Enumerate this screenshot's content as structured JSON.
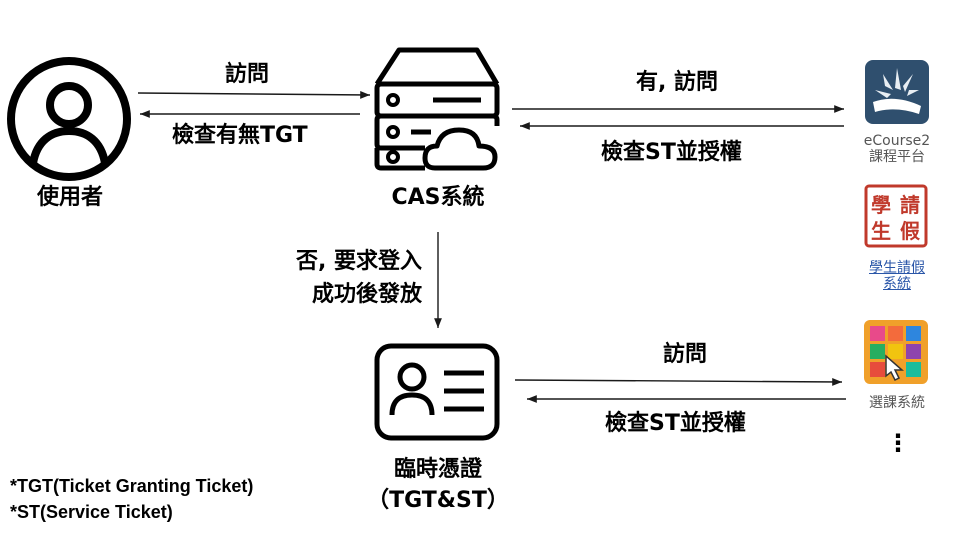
{
  "nodes": {
    "user": "使用者",
    "cas": "CAS系統",
    "credential_line1": "臨時憑證",
    "credential_line2": "（TGT&ST）"
  },
  "edges": {
    "user_to_cas": "訪問",
    "cas_to_user": "檢查有無TGT",
    "cas_to_ecourse": "有, 訪問",
    "ecourse_to_cas": "檢查ST並授權",
    "cas_to_credential_line1": "否, 要求登入",
    "cas_to_credential_line2": "成功後發放",
    "credential_to_course": "訪問",
    "course_to_credential": "檢查ST並授權"
  },
  "services": {
    "ecourse_line1": "eCourse2",
    "ecourse_line2": "課程平台",
    "leave_logo_chars": [
      "學",
      "請",
      "生",
      "假"
    ],
    "leave_line1": "學生請假",
    "leave_line2": "系統",
    "course_select": "選課系統",
    "more": "⋮"
  },
  "notes": {
    "tgt": "*TGT(Ticket Granting Ticket)",
    "st": "*ST(Service Ticket)"
  },
  "icons": [
    "user-icon",
    "server-cloud-icon",
    "id-card-icon",
    "ecourse-logo-icon",
    "leave-seal-icon",
    "course-select-logo-icon"
  ],
  "colors": {
    "line": "#1a1a1a",
    "ecourse_bg": "#2f4f6e",
    "seal_red": "#c0392b",
    "course_orange": "#f0a02a",
    "link_blue": "#2a56a8"
  }
}
